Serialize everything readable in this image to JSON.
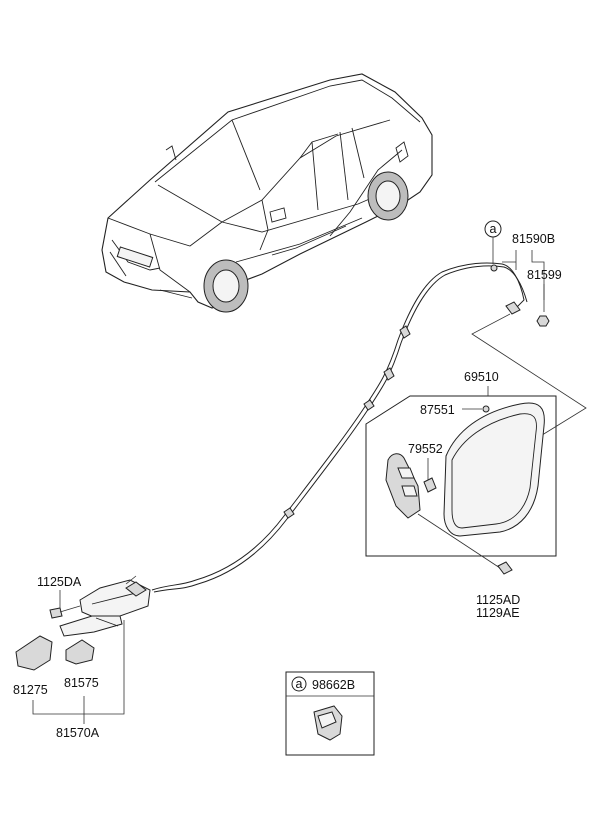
{
  "diagram": {
    "callout_letter": "a",
    "labels": {
      "cable_assy": "81590B",
      "cable_holder": "81599",
      "filler_door": "69510",
      "bumper": "87551",
      "hinge": "79552",
      "screw_1": "1125AD",
      "screw_2": "1129AE",
      "bolt": "1125DA",
      "opener_cover": "81275",
      "opener_knob": "81575",
      "opener_assy": "81570A",
      "clip": "98662B"
    }
  }
}
